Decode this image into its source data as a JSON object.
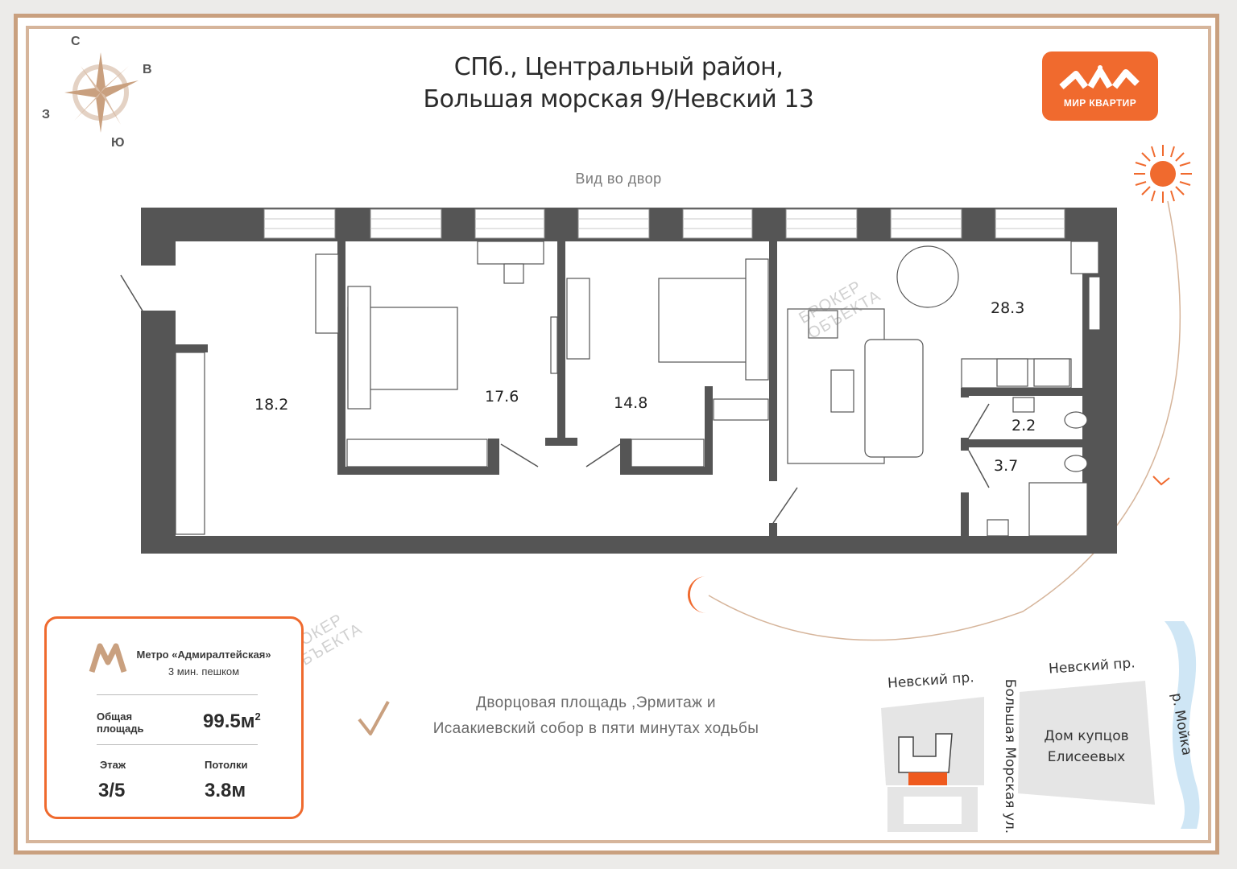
{
  "header": {
    "address_line1": "СПб., Центральный район,",
    "address_line2": "Большая морская 9/Невский 13"
  },
  "compass": {
    "north": "С",
    "east": "В",
    "south": "Ю",
    "west": "З"
  },
  "logo": {
    "text": "МИР КВАРТИР",
    "color": "#f06a2e"
  },
  "plan": {
    "view_label": "Вид во двор",
    "rooms": [
      {
        "id": "hall",
        "area": "18.2"
      },
      {
        "id": "bedroom1",
        "area": "17.6"
      },
      {
        "id": "bedroom2",
        "area": "14.8"
      },
      {
        "id": "kitchen-living",
        "area": "28.3"
      },
      {
        "id": "bath1",
        "area": "2.2"
      },
      {
        "id": "bath2",
        "area": "3.7"
      }
    ],
    "watermark": "БРОКЕР ОБЪЕКТА"
  },
  "info_card": {
    "metro_title": "Метро «Адмиралтейская»",
    "metro_walk": "3 мин. пешком",
    "area_label_1": "Общая",
    "area_label_2": "площадь",
    "area_value": "99.5м",
    "area_sup": "2",
    "floor_label": "Этаж",
    "floor_value": "3/5",
    "ceiling_label": "Потолки",
    "ceiling_value": "3.8м",
    "accent": "#ef6a2e"
  },
  "promo": {
    "line1": "Дворцовая площадь ,Эрмитаж и",
    "line2": "Исаакиевский собор в пяти минутах ходьбы"
  },
  "location_map": {
    "street_nevsky_1": "Невский пр.",
    "street_nevsky_2": "Невский пр.",
    "street_bolshaya": "Большая Морская ул.",
    "river": "р. Мойка",
    "building_1": "Дом купцов",
    "building_2": "Елисеевых"
  },
  "colors": {
    "wall": "#555555",
    "sun": "#f06a2e",
    "frame": "#c9a07f"
  }
}
